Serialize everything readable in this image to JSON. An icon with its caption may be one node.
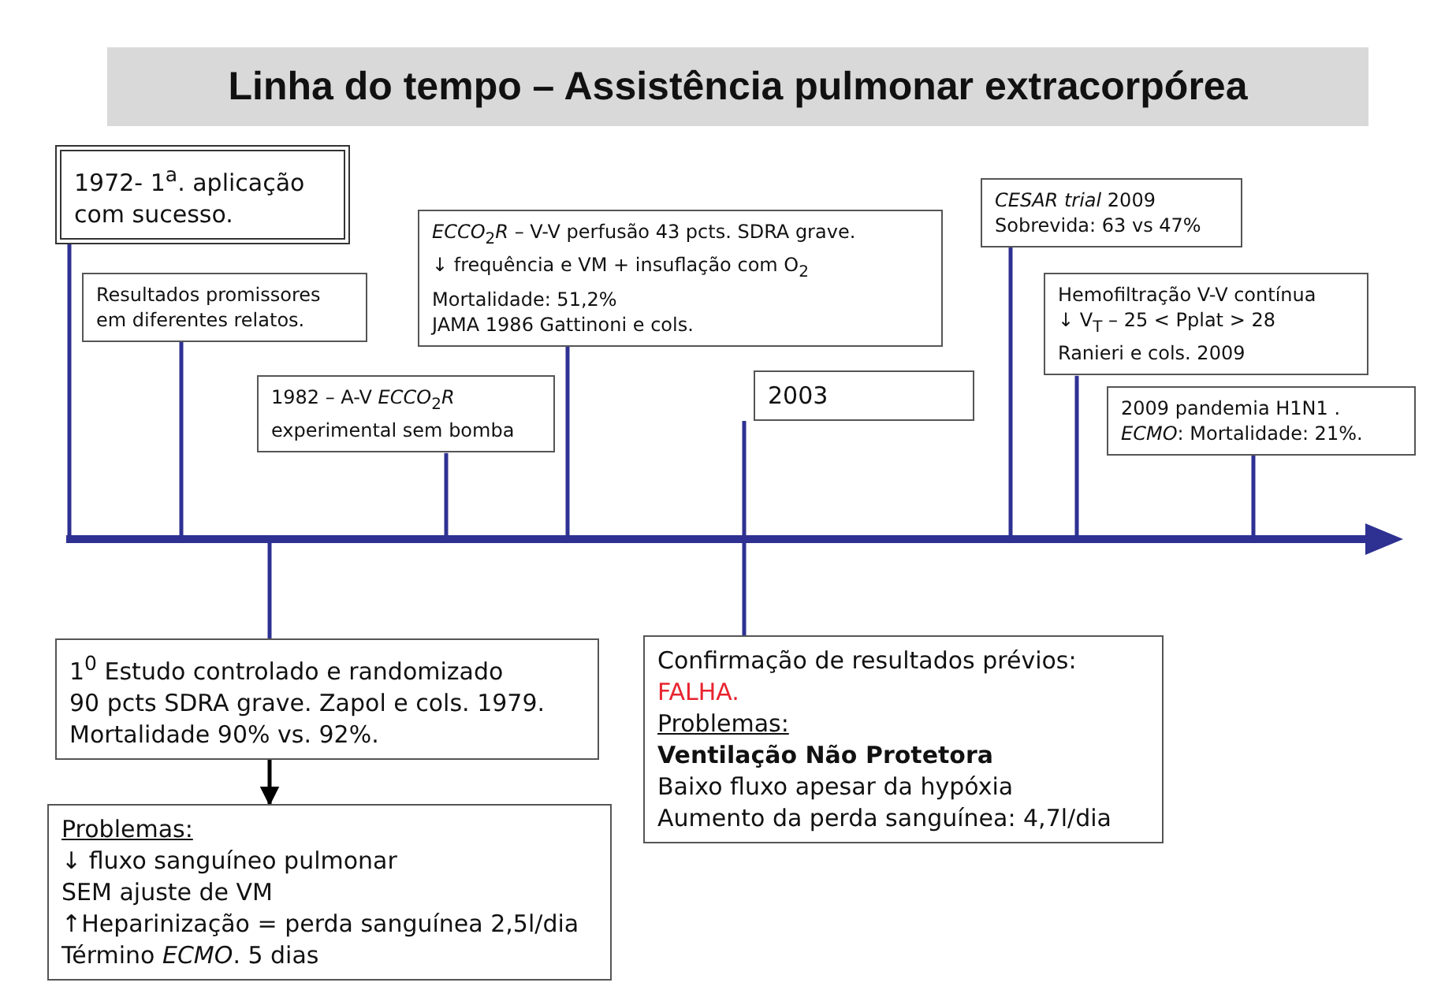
{
  "diagram": {
    "title": "Linha do tempo – Assistência pulmonar extracorpórea",
    "nodes": [
      {
        "text": [
          "1972- 1$^{a}$. aplicação com sucesso."
        ]
      },
      {
        "text": [
          "Resultados promissores em diferentes relatos."
        ]
      },
      {
        "text": [
          "1982 – A-V *ECCO*$_{2}$*R* experimental sem bomba"
        ]
      },
      {
        "text": [
          "*ECCO*$_{2}$*R* – V-V perfusão 43 pcts. SDRA grave.",
          "↓ frequência e VM + insuflação com O$_{2}$",
          "Mortalidade: 51,2%",
          "JAMA 1986 Gattinoni e cols."
        ]
      },
      {
        "text": [
          "2003"
        ]
      },
      {
        "text": [
          "*CESAR trial* 2009",
          "Sobrevida: 63 vs 47%"
        ]
      },
      {
        "text": [
          "Hemofiltração V-V contínua",
          "↓ V$_{T}$ – 25 < Pplat > 28",
          "Ranieri e cols. 2009"
        ]
      },
      {
        "text": [
          "2009 pandemia H1N1 .",
          "*ECMO*: Mortalidade: 21%."
        ]
      },
      {
        "text": [
          "1$^{0}$ Estudo controlado e randomizado",
          "90 pcts SDRA grave. Zapol e cols. 1979.",
          "Mortalidade 90% vs. 92%."
        ]
      },
      {
        "text": [
          "Problemas:",
          "↓ fluxo sanguíneo pulmonar",
          "SEM ajuste de VM",
          "↑Heparinização = perda sanguínea 2,5l/dia",
          "Término *ECMO*. 5 dias"
        ]
      },
      {
        "text": [
          "Confirmação de resultados prévios:",
          "FALHA.",
          "Problemas:",
          "Ventilação Não Protetora",
          "Baixo fluxo apesar da hypóxia",
          "Aumento da perda sanguínea: 4,7l/dia"
        ]
      }
    ],
    "edges": [
      {
        "from": 0,
        "to": null,
        "arrow": "none"
      },
      {
        "from": 1,
        "to": null,
        "arrow": "none"
      },
      {
        "from": 2,
        "to": null,
        "arrow": "none"
      },
      {
        "from": 3,
        "to": null,
        "arrow": "none"
      },
      {
        "from": 4,
        "to": null,
        "arrow": "none"
      },
      {
        "from": 5,
        "to": null,
        "arrow": "none"
      },
      {
        "from": 6,
        "to": null,
        "arrow": "none"
      },
      {
        "from": 7,
        "to": null,
        "arrow": "none"
      },
      {
        "from": 8,
        "to": null,
        "arrow": "none"
      },
      {
        "from": 10,
        "to": null,
        "arrow": "none"
      },
      {
        "from": 8,
        "to": 9,
        "arrow": "to",
        "color": "#000000"
      }
    ]
  }
}
